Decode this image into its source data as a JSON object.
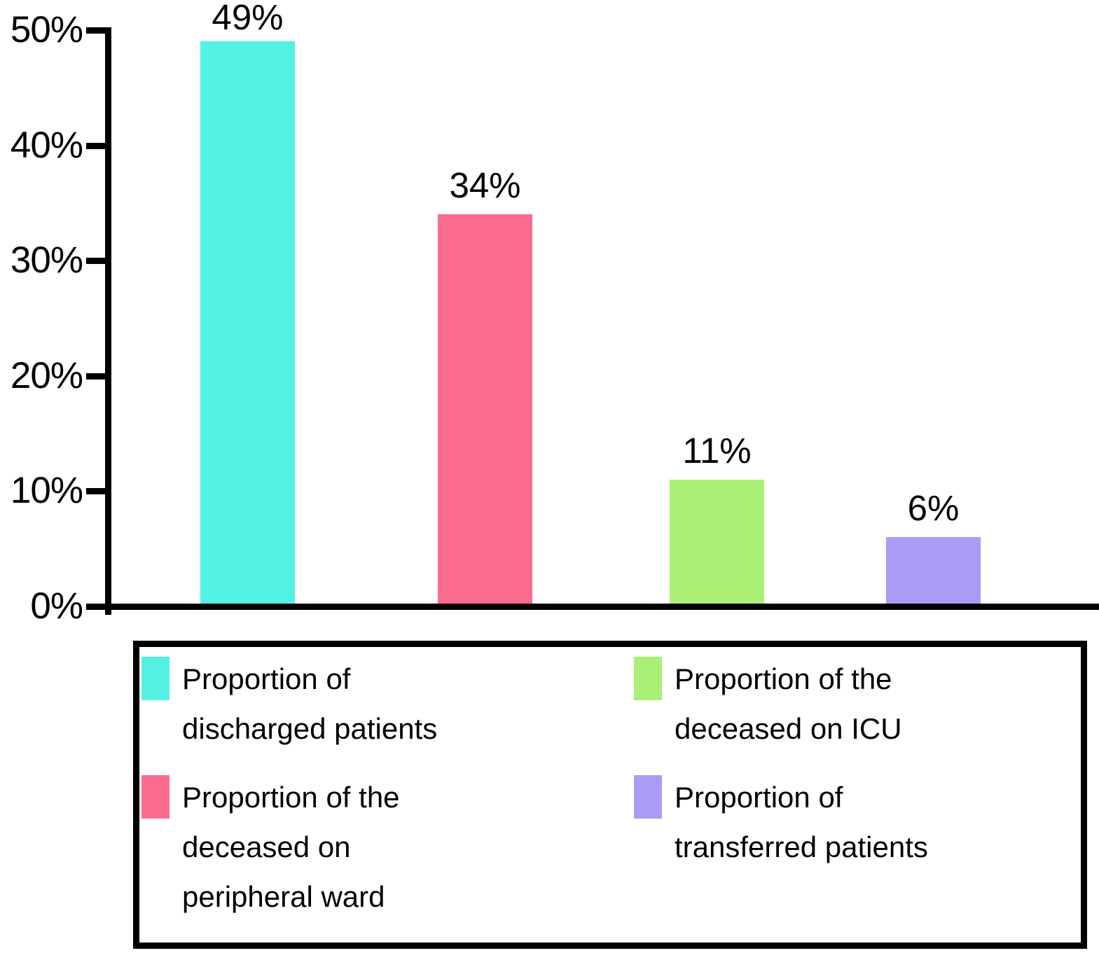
{
  "chart_data": {
    "type": "bar",
    "title": "",
    "xlabel": "",
    "ylabel": "",
    "ylim": [
      0,
      50
    ],
    "grid": false,
    "legend_position": "bottom",
    "yticks": [
      0,
      10,
      20,
      30,
      40,
      50
    ],
    "ytick_labels": [
      "0%",
      "10%",
      "20%",
      "30%",
      "40%",
      "50%"
    ],
    "categories": [
      "Proportion of discharged patients",
      "Proportion of the deceased on peripheral ward",
      "Proportion of the deceased on ICU",
      "Proportion of transferred patients"
    ],
    "values": [
      49,
      34,
      11,
      6
    ],
    "value_labels": [
      "49%",
      "34%",
      "11%",
      "6%"
    ],
    "colors": [
      "#53F1E3",
      "#FB6B90",
      "#ABF074",
      "#AC9BF4"
    ],
    "legend": [
      {
        "color": "#53F1E3",
        "lines": [
          "Proportion of",
          "discharged patients"
        ]
      },
      {
        "color": "#FB6B90",
        "lines": [
          "Proportion of the",
          "deceased on",
          "peripheral ward"
        ]
      },
      {
        "color": "#ABF074",
        "lines": [
          "Proportion of the",
          "deceased on ICU"
        ]
      },
      {
        "color": "#AC9BF4",
        "lines": [
          "Proportion of",
          "transferred patients"
        ]
      }
    ],
    "axis_color": "#000000",
    "text_color": "#000000"
  }
}
